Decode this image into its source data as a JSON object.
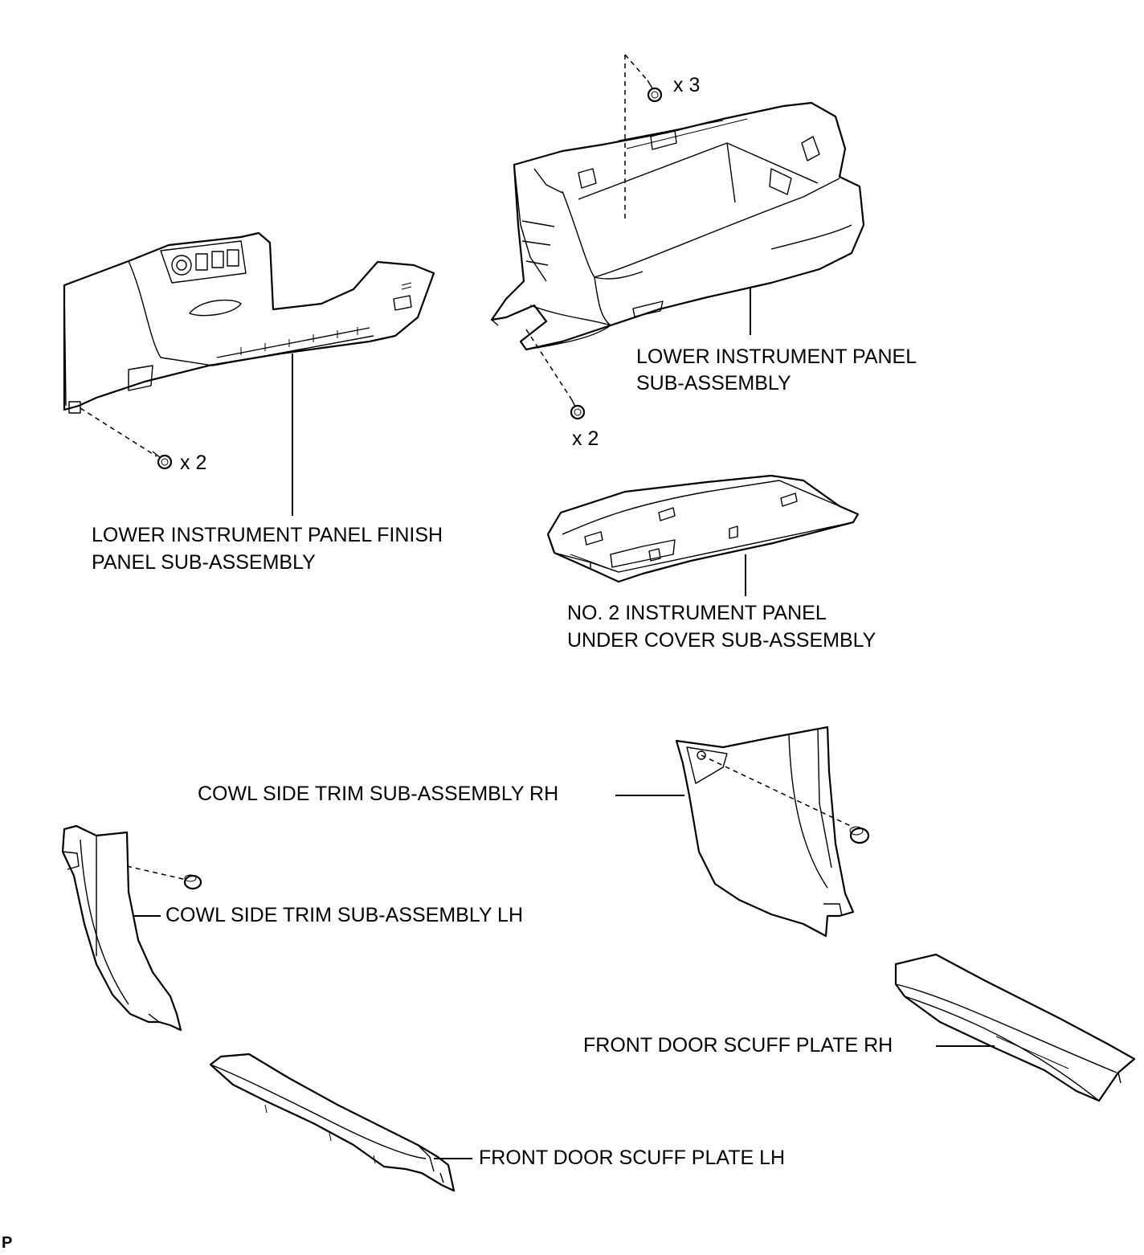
{
  "labels": {
    "lower_panel_finish_line1": "LOWER INSTRUMENT PANEL FINISH",
    "lower_panel_finish_line2": "PANEL SUB-ASSEMBLY",
    "lower_panel_line1": "LOWER INSTRUMENT PANEL",
    "lower_panel_line2": "SUB-ASSEMBLY",
    "under_cover_line1": "NO. 2 INSTRUMENT PANEL",
    "under_cover_line2": "UNDER COVER SUB-ASSEMBLY",
    "cowl_rh": "COWL SIDE TRIM SUB-ASSEMBLY RH",
    "cowl_lh": "COWL SIDE TRIM SUB-ASSEMBLY LH",
    "scuff_rh": "FRONT DOOR SCUFF PLATE RH",
    "scuff_lh": "FRONT DOOR SCUFF PLATE LH"
  },
  "quantities": {
    "finish_panel_screws": "x 2",
    "lower_panel_top_screws": "x 3",
    "lower_panel_bottom_screws": "x 2"
  },
  "figure_code": "P"
}
